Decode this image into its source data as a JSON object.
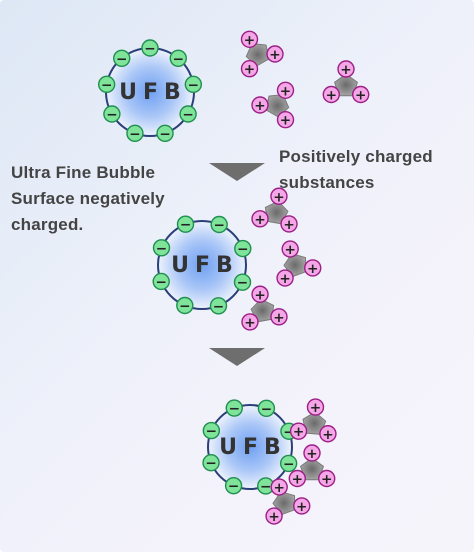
{
  "captions": {
    "bubble_surface": [
      "Ultra Fine Bubble",
      "Surface negatively",
      "charged."
    ],
    "substances": [
      "Positively charged",
      "substances"
    ]
  },
  "bubble_label": "UFB",
  "symbols": {
    "negative": "−",
    "positive": "+"
  },
  "colors": {
    "bubble_core": "#78aaf5",
    "bubble_edge": "#2b3f7a",
    "negative_fill": "#7fe39a",
    "negative_stroke": "#1f8f50",
    "positive_fill": "#f4a6e6",
    "positive_stroke": "#9b1f86",
    "molecule": "#888888",
    "arrow": "#6e6e6e"
  },
  "stages": [
    {
      "stage": "separate",
      "negative_charges": 9,
      "attached_substances": 0,
      "free_substances": 3
    },
    {
      "stage": "approaching",
      "negative_charges": 8,
      "attached_substances": 0,
      "free_substances": 3
    },
    {
      "stage": "adsorbed",
      "negative_charges": 8,
      "attached_substances": 3,
      "free_substances": 0
    }
  ]
}
